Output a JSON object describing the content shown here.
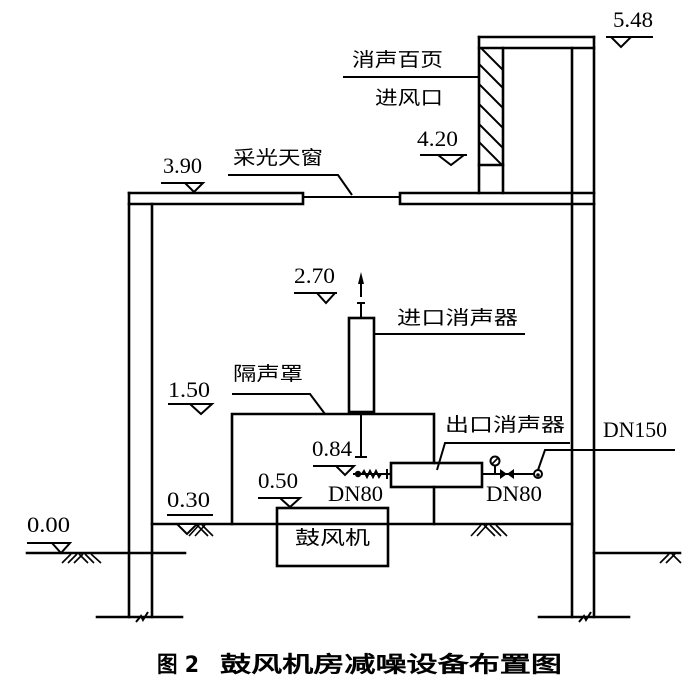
{
  "figure": {
    "number": "图 2",
    "title": "鼓风机房减噪设备布置图"
  },
  "labels": {
    "louver_line1": "消声百页",
    "louver_line2": "进风口",
    "skylight": "采光天窗",
    "inlet_silencer": "进口消声器",
    "acoustic_hood": "隔声罩",
    "outlet_silencer": "出口消声器",
    "blower": "鼓风机",
    "pipe_inlet_size": "DN80",
    "pipe_outlet_size": "DN80",
    "pipe_main_size": "DN150"
  },
  "elevations": {
    "tower_top": "5.48",
    "louver_bottom": "4.20",
    "roof": "3.90",
    "inlet_silencer_top": "2.70",
    "hood_top": "1.50",
    "pipe_centerline": "0.84",
    "blower_top": "0.50",
    "indoor_floor": "0.30",
    "outdoor_grade": "0.00"
  }
}
